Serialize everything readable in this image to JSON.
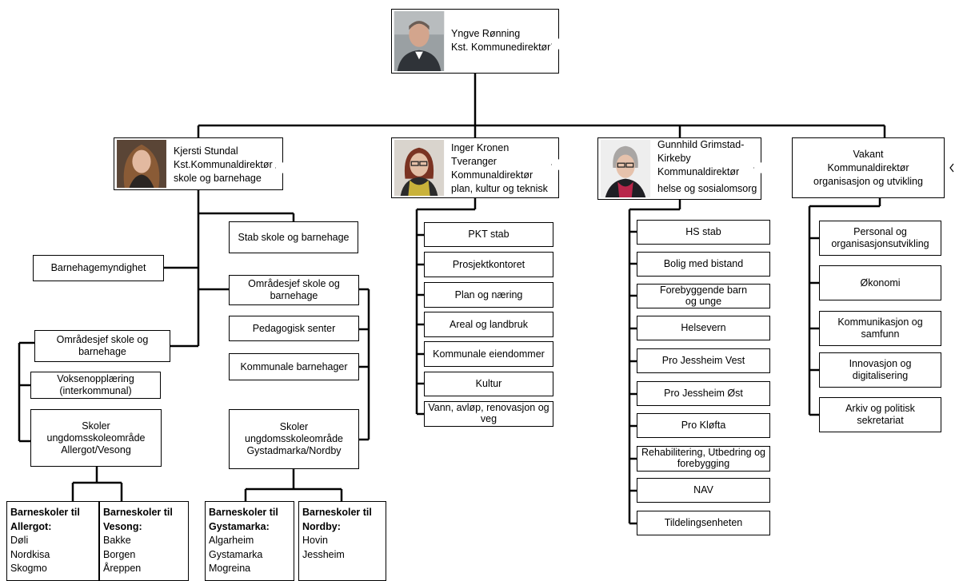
{
  "director": {
    "name": "Yngve Rønning",
    "title": "Kst. Kommunedirektør"
  },
  "heads": [
    {
      "lines": [
        "Kjersti Stundal",
        "Kst.Kommunaldirektør",
        "skole og barnehage"
      ]
    },
    {
      "lines": [
        "Inger Kronen",
        "Tveranger",
        "Kommunaldirektør",
        "plan, kultur og teknisk"
      ]
    },
    {
      "lines": [
        "Gunnhild Grimstad-",
        "Kirkeby",
        "Kommunaldirektør",
        "helse og sosialomsorg"
      ]
    },
    {
      "lines": [
        "Vakant",
        "Kommunaldirektør",
        "organisasjon og utvikling"
      ]
    }
  ],
  "school_division": {
    "stab": "Stab skole og barnehage",
    "barnehagemyndighet": "Barnehagemyndighet",
    "left_area_chief": "Områdesjef skole og barnehage",
    "voksen": "Voksenopplæring (interkommunal)",
    "left_schools": "Skoler ungdomsskoleområde Allergot/Vesong",
    "right_area_chief": "Områdesjef skole og barnehage",
    "pedagogisk": "Pedagogisk senter",
    "kommunale_barnehager": "Kommunale barnehager",
    "right_schools": "Skoler ungdomsskoleområde Gystadmarka/Nordby",
    "primary": [
      {
        "heading": "Barneskoler til Allergot:",
        "items": [
          "Døli",
          "Nordkisa",
          "Skogmo"
        ]
      },
      {
        "heading": "Barneskoler til Vesong:",
        "items": [
          "Bakke",
          "Borgen",
          "Åreppen"
        ]
      },
      {
        "heading": "Barneskoler til Gystamarka:",
        "items": [
          "Algarheim",
          "Gystamarka",
          "Mogreina"
        ]
      },
      {
        "heading": "Barneskoler til Nordby:",
        "items": [
          "Hovin",
          "Jessheim"
        ]
      }
    ]
  },
  "pkt_units": [
    "PKT stab",
    "Prosjektkontoret",
    "Plan og næring",
    "Areal og landbruk",
    "Kommunale eiendommer",
    "Kultur",
    "Vann, avløp, renovasjon og veg"
  ],
  "hs_units": [
    "HS stab",
    "Bolig med bistand",
    "Forebyggende barn og unge",
    "Helsevern",
    "Pro Jessheim Vest",
    "Pro Jessheim Øst",
    "Pro Kløfta",
    "Rehabilitering, Utbedring og forebygging",
    "NAV",
    "Tildelingsenheten"
  ],
  "org_units": [
    "Personal og organisasjonsutvikling",
    "Økonomi",
    "Kommunikasjon og samfunn",
    "Innovasjon og digitalisering",
    "Arkiv og politisk sekretariat"
  ]
}
